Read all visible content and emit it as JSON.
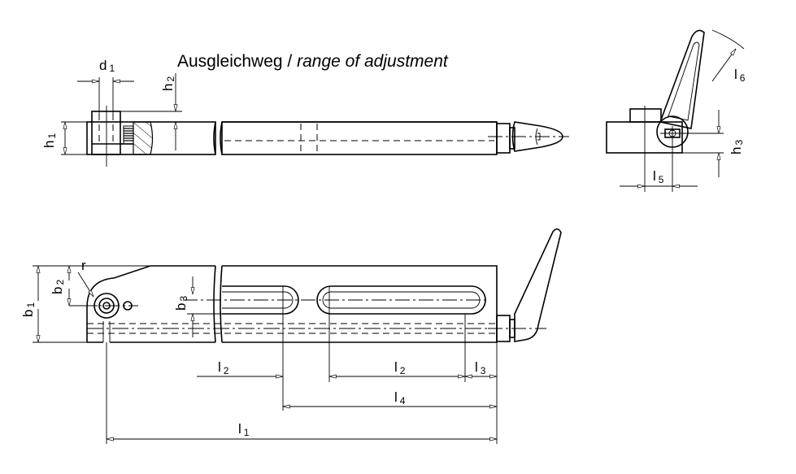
{
  "title": {
    "de": "Ausgleichweg",
    "sep": " / ",
    "en": "range of adjustment"
  },
  "dims": {
    "d1": {
      "main": "d",
      "sub": "1"
    },
    "h2": {
      "main": "h",
      "sub": "2"
    },
    "h1": {
      "main": "h",
      "sub": "1"
    },
    "h3": {
      "main": "h",
      "sub": "3"
    },
    "l6": {
      "main": "l",
      "sub": "6"
    },
    "l5": {
      "main": "l",
      "sub": "5"
    },
    "r": {
      "main": "r",
      "sub": ""
    },
    "b2": {
      "main": "b",
      "sub": "2"
    },
    "b1": {
      "main": "b",
      "sub": "1"
    },
    "b3": {
      "main": "b",
      "sub": "3"
    },
    "l2a": {
      "main": "l",
      "sub": "2"
    },
    "l2b": {
      "main": "l",
      "sub": "2"
    },
    "l3": {
      "main": "l",
      "sub": "3"
    },
    "l4": {
      "main": "l",
      "sub": "4"
    },
    "l1": {
      "main": "l",
      "sub": "1"
    }
  }
}
